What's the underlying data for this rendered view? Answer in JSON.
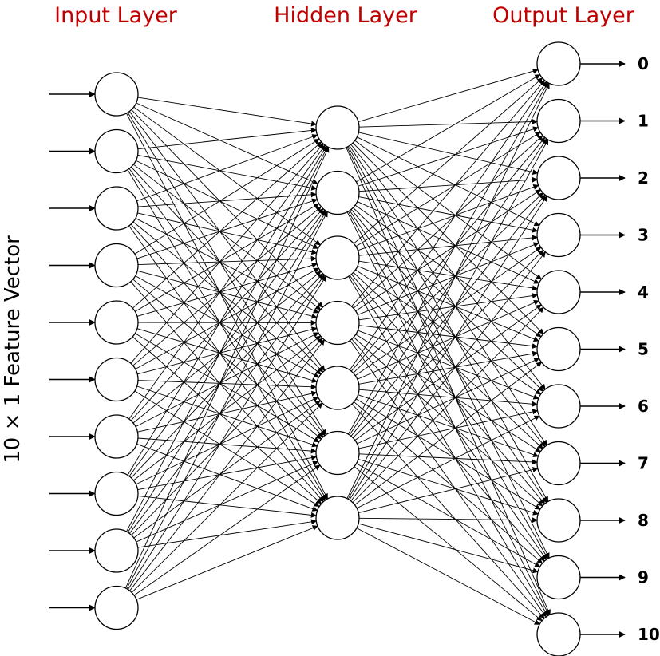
{
  "titles": {
    "input": "Input Layer",
    "hidden": "Hidden Layer",
    "output": "Output Layer"
  },
  "side_label": "10 × 1 Feature Vector",
  "network": {
    "input_count": 10,
    "hidden_count": 7,
    "output_count": 11,
    "output_labels": [
      "0",
      "1",
      "2",
      "3",
      "4",
      "5",
      "6",
      "7",
      "8",
      "9",
      "10"
    ]
  },
  "colors": {
    "title": "#c00000",
    "line": "#000000",
    "node_fill": "#ffffff"
  }
}
